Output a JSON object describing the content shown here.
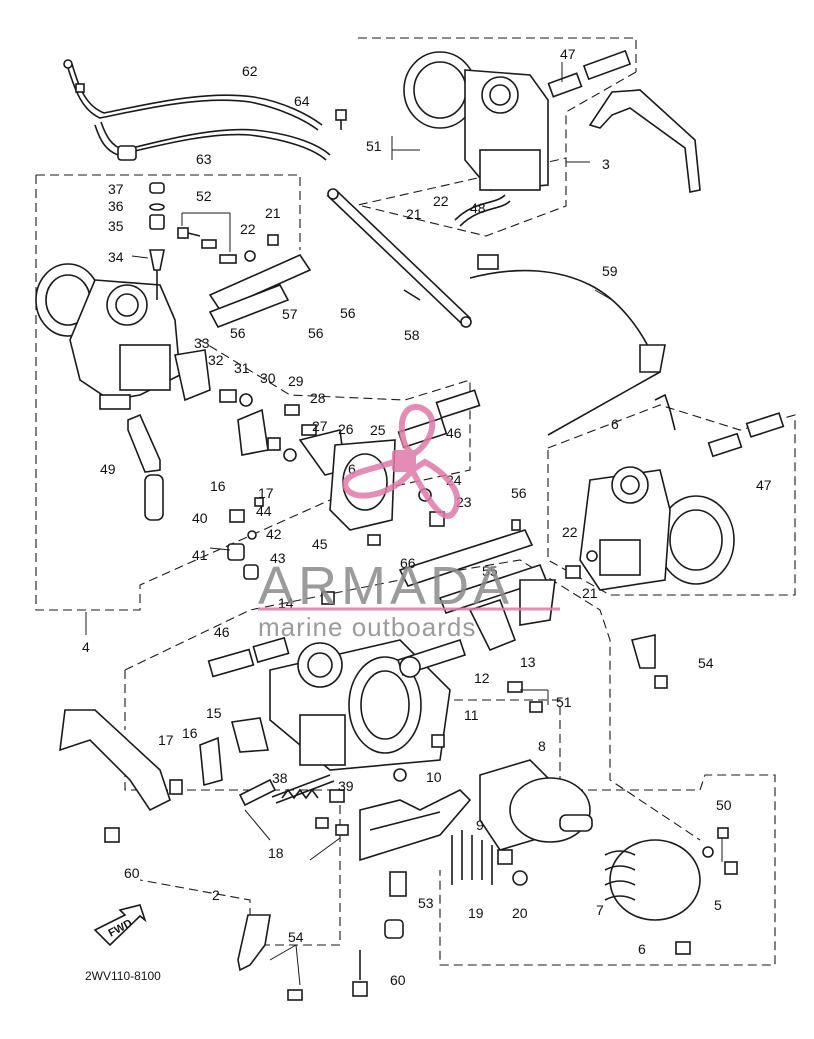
{
  "labels": [
    {
      "id": "l62",
      "text": "62"
    },
    {
      "id": "l63",
      "text": "63"
    },
    {
      "id": "l64",
      "text": "64"
    },
    {
      "id": "l47a",
      "text": "47"
    },
    {
      "id": "l51a",
      "text": "51"
    },
    {
      "id": "l3",
      "text": "3"
    },
    {
      "id": "l21a",
      "text": "21"
    },
    {
      "id": "l22a",
      "text": "22"
    },
    {
      "id": "l48",
      "text": "48"
    },
    {
      "id": "l37",
      "text": "37"
    },
    {
      "id": "l36",
      "text": "36"
    },
    {
      "id": "l35",
      "text": "35"
    },
    {
      "id": "l34",
      "text": "34"
    },
    {
      "id": "l52",
      "text": "52"
    },
    {
      "id": "l22b",
      "text": "22"
    },
    {
      "id": "l21b",
      "text": "21"
    },
    {
      "id": "l59",
      "text": "59"
    },
    {
      "id": "l57",
      "text": "57"
    },
    {
      "id": "l56a",
      "text": "56"
    },
    {
      "id": "l56b",
      "text": "56"
    },
    {
      "id": "l56c",
      "text": "56"
    },
    {
      "id": "l58",
      "text": "58"
    },
    {
      "id": "l33",
      "text": "33"
    },
    {
      "id": "l32",
      "text": "32"
    },
    {
      "id": "l31",
      "text": "31"
    },
    {
      "id": "l30",
      "text": "30"
    },
    {
      "id": "l29",
      "text": "29"
    },
    {
      "id": "l28",
      "text": "28"
    },
    {
      "id": "l27",
      "text": "27"
    },
    {
      "id": "l26",
      "text": "26"
    },
    {
      "id": "l25",
      "text": "25"
    },
    {
      "id": "l46a",
      "text": "46"
    },
    {
      "id": "l6a",
      "text": "6"
    },
    {
      "id": "l47b",
      "text": "47"
    },
    {
      "id": "l49",
      "text": "49"
    },
    {
      "id": "l16a",
      "text": "16"
    },
    {
      "id": "l17a",
      "text": "17"
    },
    {
      "id": "l6b",
      "text": "6"
    },
    {
      "id": "l24",
      "text": "24"
    },
    {
      "id": "l23",
      "text": "23"
    },
    {
      "id": "l56d",
      "text": "56"
    },
    {
      "id": "l40",
      "text": "40"
    },
    {
      "id": "l44",
      "text": "44"
    },
    {
      "id": "l42",
      "text": "42"
    },
    {
      "id": "l45",
      "text": "45"
    },
    {
      "id": "l22c",
      "text": "22"
    },
    {
      "id": "l41",
      "text": "41"
    },
    {
      "id": "l43",
      "text": "43"
    },
    {
      "id": "l66",
      "text": "66"
    },
    {
      "id": "l55",
      "text": "55"
    },
    {
      "id": "l21c",
      "text": "21"
    },
    {
      "id": "l14",
      "text": "14"
    },
    {
      "id": "l4",
      "text": "4"
    },
    {
      "id": "l46b",
      "text": "46"
    },
    {
      "id": "l13",
      "text": "13"
    },
    {
      "id": "l54a",
      "text": "54"
    },
    {
      "id": "l12",
      "text": "12"
    },
    {
      "id": "l51b",
      "text": "51"
    },
    {
      "id": "l15",
      "text": "15"
    },
    {
      "id": "l11",
      "text": "11"
    },
    {
      "id": "l17b",
      "text": "17"
    },
    {
      "id": "l16b",
      "text": "16"
    },
    {
      "id": "l8",
      "text": "8"
    },
    {
      "id": "l38",
      "text": "38"
    },
    {
      "id": "l39",
      "text": "39"
    },
    {
      "id": "l10",
      "text": "10"
    },
    {
      "id": "l50",
      "text": "50"
    },
    {
      "id": "l9",
      "text": "9"
    },
    {
      "id": "l18",
      "text": "18"
    },
    {
      "id": "l60a",
      "text": "60"
    },
    {
      "id": "l2",
      "text": "2"
    },
    {
      "id": "l7",
      "text": "7"
    },
    {
      "id": "l5",
      "text": "5"
    },
    {
      "id": "l53",
      "text": "53"
    },
    {
      "id": "l19",
      "text": "19"
    },
    {
      "id": "l20",
      "text": "20"
    },
    {
      "id": "l54b",
      "text": "54"
    },
    {
      "id": "l6c",
      "text": "6"
    },
    {
      "id": "l60b",
      "text": "60"
    }
  ],
  "diagram_code": "2WV110-8100",
  "fwd_label": "FWD",
  "watermark": {
    "brand": "ARMADA",
    "tagline": "marine outboards",
    "color": "#e07aa8"
  }
}
